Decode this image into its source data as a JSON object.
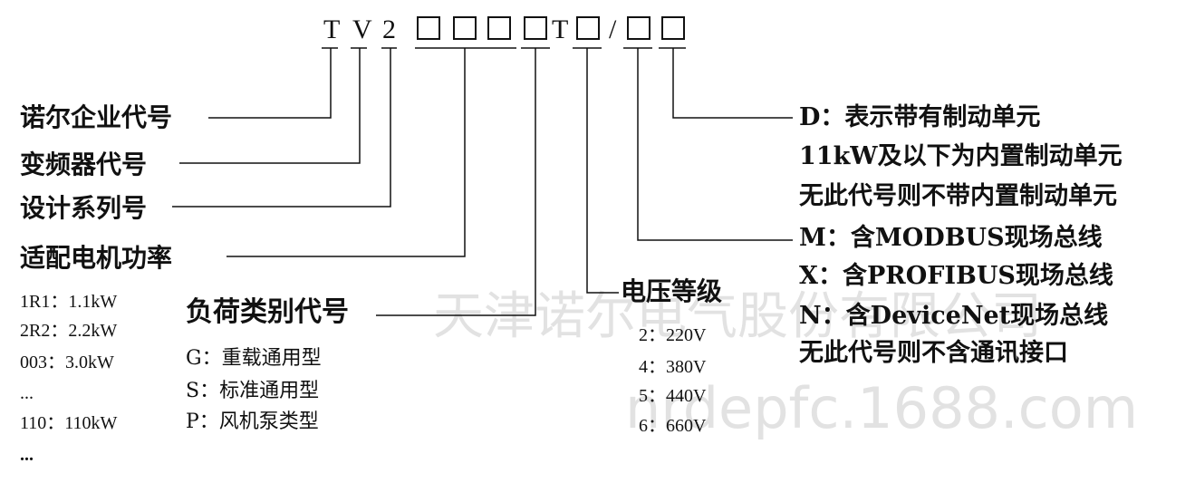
{
  "code": {
    "c1": "T",
    "c2": "V",
    "c3": "2",
    "c4": "T",
    "slash": "/"
  },
  "left_labels": [
    "诺尔企业代号",
    "变频器代号",
    "设计系列号",
    "适配电机功率"
  ],
  "power_list": [
    "1R1：1.1kW",
    "2R2：2.2kW",
    "003：3.0kW",
    "...",
    "110：110kW",
    "..."
  ],
  "load_type": {
    "title": "负荷类别代号",
    "items": [
      "G：重载通用型",
      "S：标准通用型",
      "P：风机泵类型"
    ]
  },
  "voltage": {
    "title": "电压等级",
    "items": [
      "2：220V",
      "4：380V",
      "5：440V",
      "6：660V"
    ]
  },
  "right_notes": [
    "D：表示带有制动单元",
    "11kW及以下为内置制动单元",
    "无此代号则不带内置制动单元",
    "M：含MODBUS现场总线",
    "X：含PROFIBUS现场总线",
    "N：含DeviceNet现场总线",
    "无此代号则不含通讯接口"
  ],
  "watermark": [
    "天津诺尔电气股份有限公司",
    "nrdepfc.1688.com"
  ]
}
